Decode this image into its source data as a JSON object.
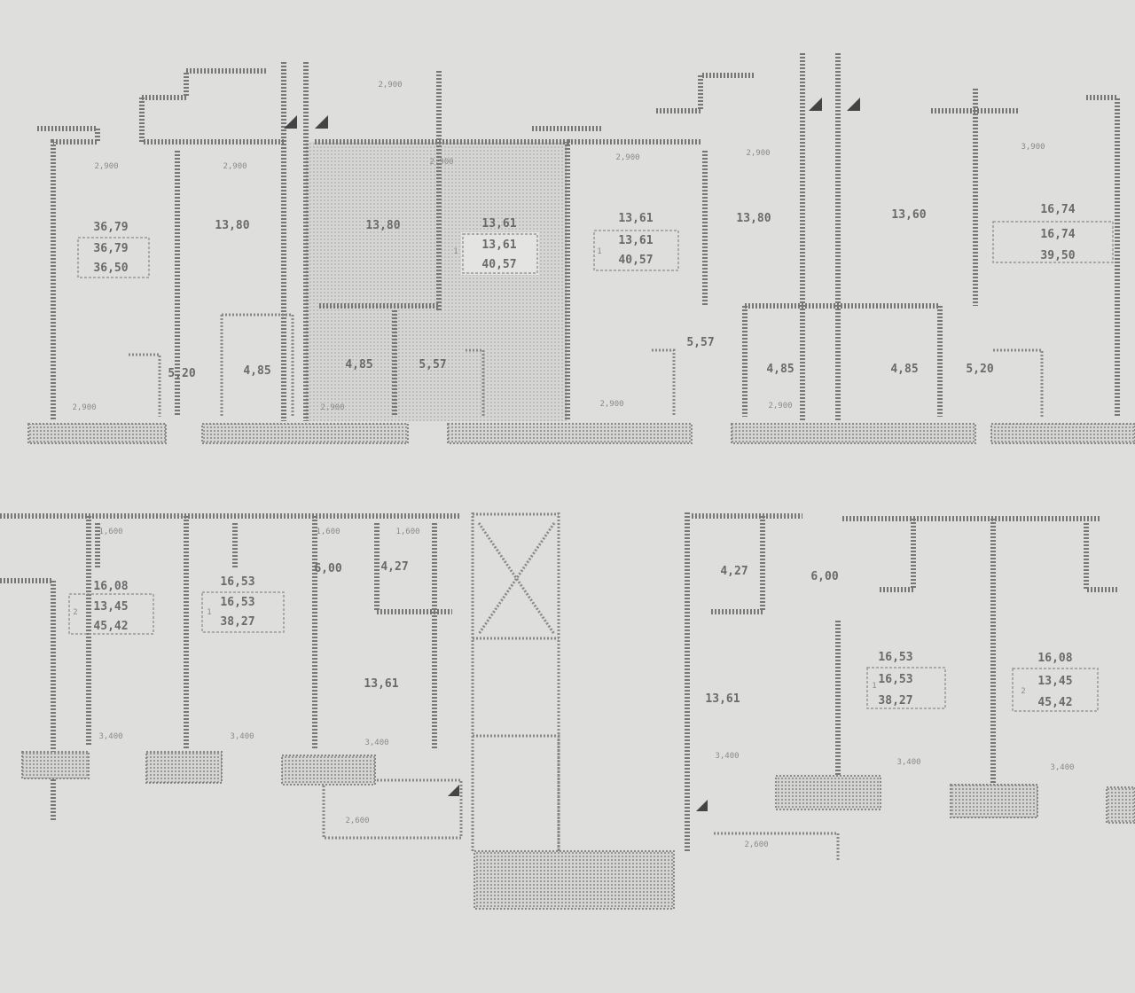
{
  "plan": {
    "top_row": {
      "apartments": [
        {
          "living": "36,79",
          "living_total": "36,79",
          "total": "36,50"
        },
        {
          "room": "13,80"
        },
        {
          "room": "13,80"
        },
        {
          "living": "13,61",
          "living_total": "13,61",
          "total": "40,57"
        },
        {
          "living": "13,61",
          "living_total": "13,61",
          "total": "40,57"
        },
        {
          "room": "13,80"
        },
        {
          "room": "13,60"
        },
        {
          "living": "16,74",
          "living_total": "16,74",
          "total": "39,50"
        }
      ],
      "small_rooms": [
        "5,20",
        "4,85",
        "4,85",
        "5,57",
        "5,57",
        "4,85",
        "4,85",
        "5,20"
      ],
      "dimensions": [
        "2,900",
        "2,900",
        "2,900",
        "2,900",
        "2,900",
        "2,900",
        "3,900",
        "2,900",
        "2,900",
        "2,900",
        "2,900"
      ]
    },
    "bottom_row": {
      "apartments": [
        {
          "living": "16,08",
          "living_total": "13,45",
          "total": "45,42"
        },
        {
          "living": "16,53",
          "living_total": "16,53",
          "total": "38,27"
        },
        {
          "living": "16,53",
          "living_total": "16,53",
          "total": "38,27"
        },
        {
          "living": "16,08",
          "living_total": "13,45",
          "total": "45,42"
        }
      ],
      "rooms": [
        "6,00",
        "4,27",
        "13,61",
        "4,27",
        "6,00",
        "13,61"
      ],
      "dimensions": [
        "1,600",
        "1,600",
        "1,600",
        "3,400",
        "3,400",
        "3,400",
        "3,400",
        "3,400",
        "3,400",
        "2,600",
        "2,600"
      ]
    },
    "apartment_marks": [
      "1",
      "1",
      "2",
      "1",
      "1",
      "2"
    ]
  },
  "colors": {
    "paper": "#dededc",
    "ink": "#6a6a6a"
  }
}
